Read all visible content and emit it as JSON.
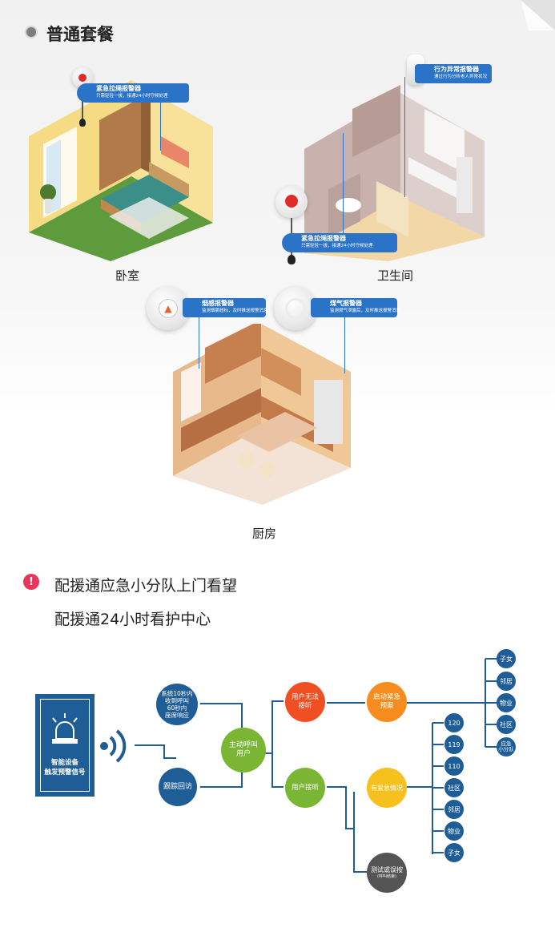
{
  "section1": {
    "title": "普通套餐",
    "rooms": [
      {
        "label": "卧室"
      },
      {
        "label": "卫生间"
      },
      {
        "label": "厨房"
      }
    ],
    "callouts": {
      "bed_pull": {
        "title": "紧急拉绳报警器",
        "desc": "只需轻轻一拔，接通24小时守候处理"
      },
      "bath_behavior": {
        "title": "行为异常报警器",
        "desc": "通过行为分析老人异常状况"
      },
      "bath_pull": {
        "title": "紧急拉绳报警器",
        "desc": "只需轻轻一拔，接通24小时守候处理"
      },
      "smoke": {
        "title": "烟感报警器",
        "desc": "监测烟雾超标，及时推送报警消息"
      },
      "gas": {
        "title": "煤气报警器",
        "desc": "监测燃气泄露后，及时推送报警消息"
      }
    }
  },
  "section2": {
    "line1": "配援通应急小分队上门看望",
    "line2": "配援通24小时看护中心",
    "bullet_glyph": "!"
  },
  "flow": {
    "signal_label": "智能设备\n触发预警信号",
    "nodes": {
      "system": "系统10秒内\n收到呼叫\n60秒内\n座席响应",
      "track": "跟踪回访",
      "call": "主动呼叫\n用户",
      "no_answer": "用户无法\n接听",
      "answer": "用户接听",
      "plan": "启动紧急\n预案",
      "emergency": "有紧急情况",
      "test": "测试或误按",
      "test_sub": "(呼叫结束)"
    },
    "right_top": [
      "子女",
      "邻居",
      "物业",
      "社区",
      "应急\n小分队"
    ],
    "right_bottom": [
      "120",
      "119",
      "110",
      "社区",
      "邻居",
      "物业",
      "子女"
    ]
  },
  "colors": {
    "navy": "#1f5d96",
    "callout": "#2a73c7",
    "green": "#7ab634",
    "red": "#f04e23",
    "orange": "#f78c1e",
    "yellow": "#f6c11e",
    "gray": "#545454",
    "alert": "#e8365a"
  }
}
